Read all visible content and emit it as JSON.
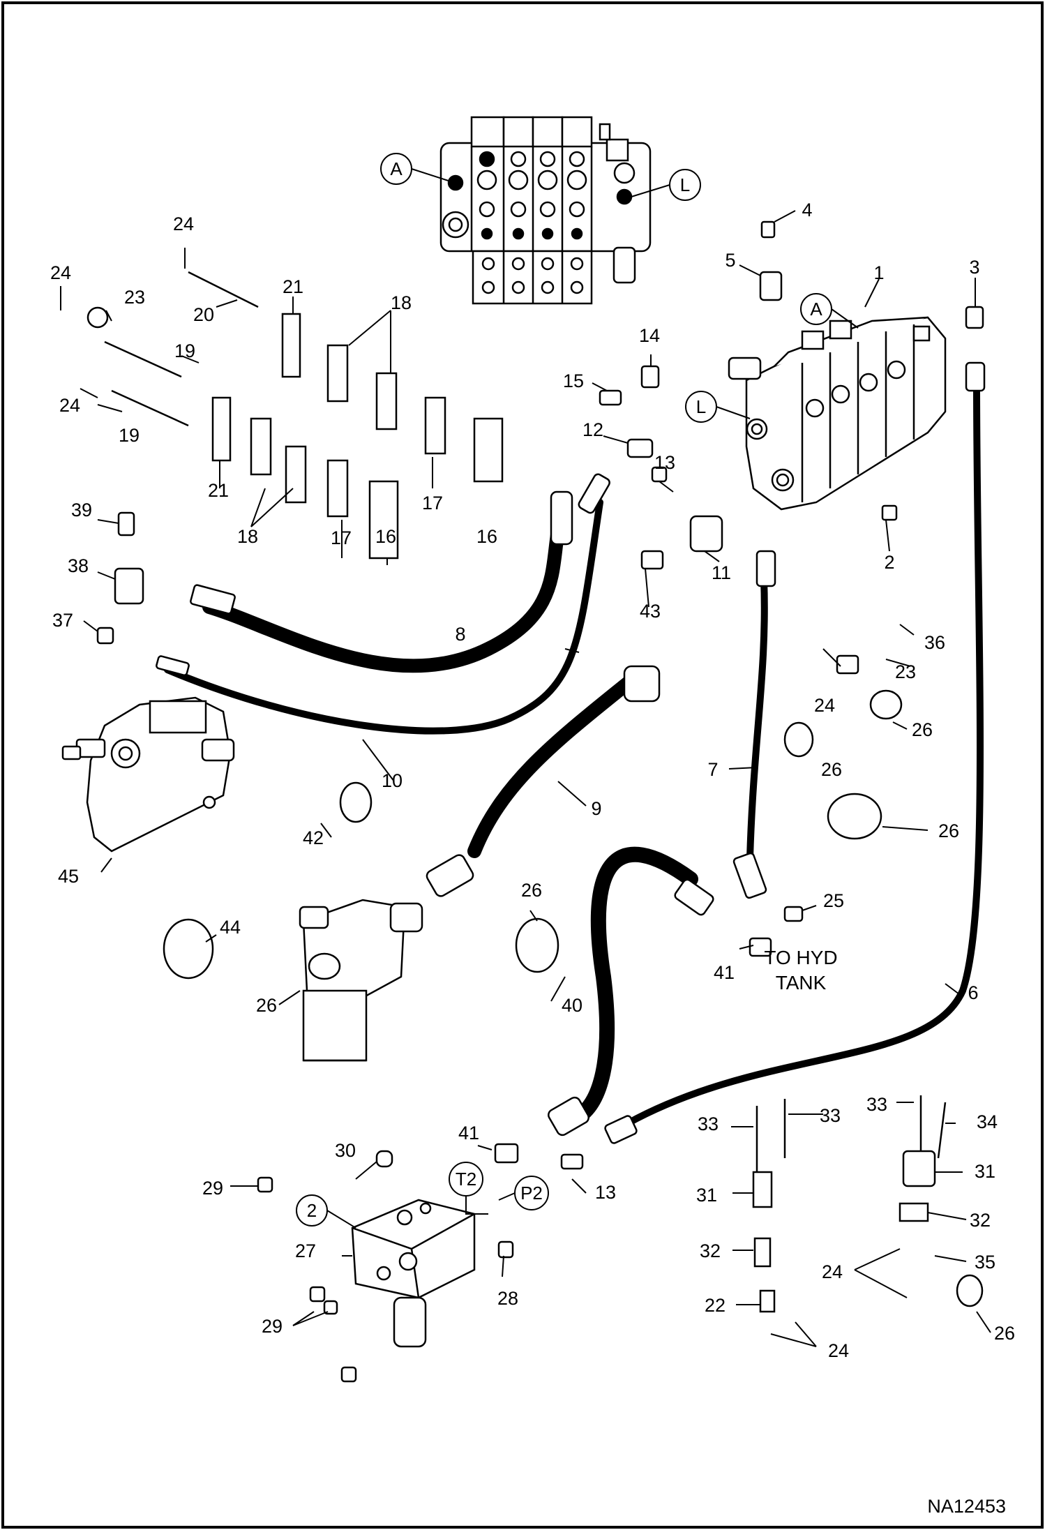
{
  "diagram_id": "NA12453",
  "note": {
    "line1": "TO HYD",
    "line2": "TANK"
  },
  "circle_labels": [
    "A",
    "L",
    "A",
    "L",
    "2",
    "T2",
    "P2"
  ],
  "callouts": [
    "24",
    "24",
    "23",
    "20",
    "21",
    "18",
    "19",
    "24",
    "19",
    "21",
    "18",
    "17",
    "16",
    "17",
    "16",
    "39",
    "38",
    "37",
    "4",
    "5",
    "1",
    "3",
    "14",
    "15",
    "12",
    "13",
    "11",
    "43",
    "2",
    "8",
    "10",
    "9",
    "7",
    "36",
    "23",
    "24",
    "26",
    "26",
    "26",
    "42",
    "45",
    "26",
    "44",
    "26",
    "25",
    "41",
    "40",
    "6",
    "30",
    "29",
    "41",
    "13",
    "28",
    "27",
    "29",
    "33",
    "33",
    "31",
    "32",
    "22",
    "24",
    "33",
    "34",
    "31",
    "32",
    "24",
    "35",
    "26"
  ]
}
